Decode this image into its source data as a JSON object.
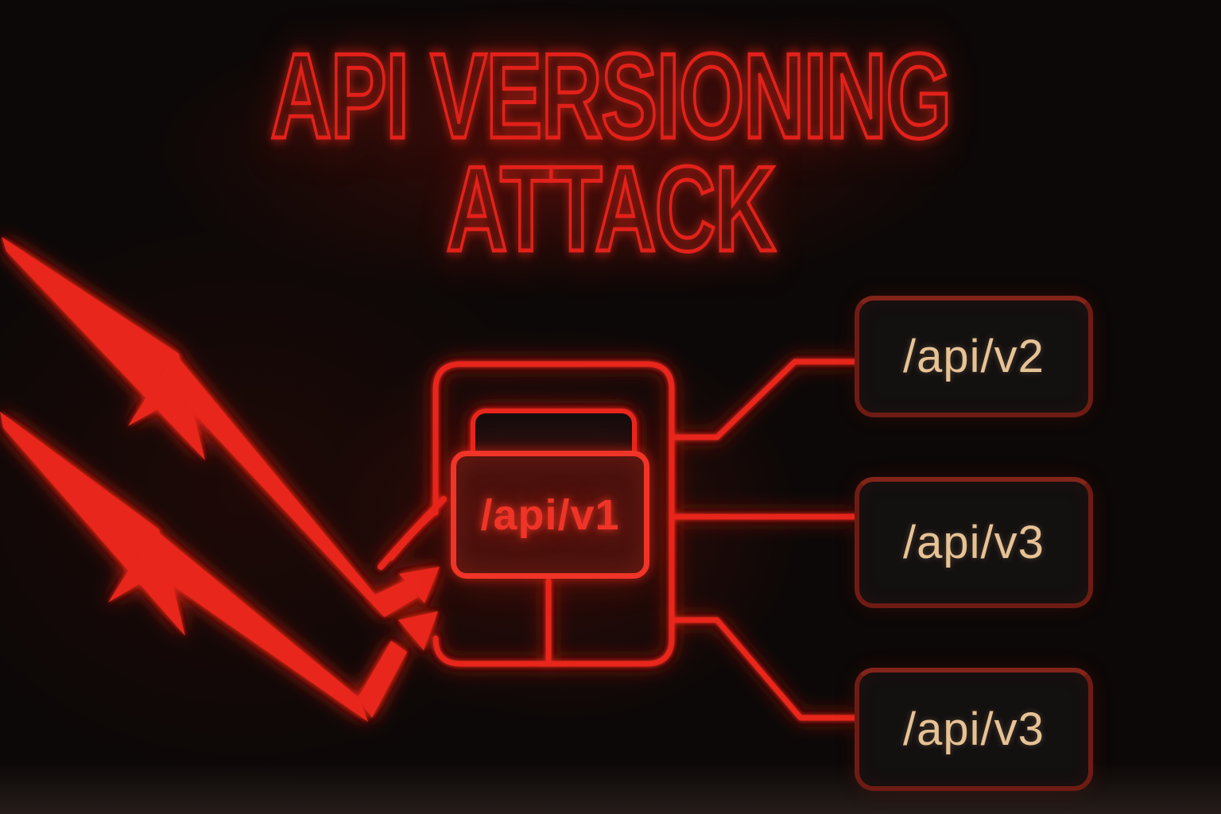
{
  "title": {
    "line1": "API VERSIONING",
    "line2": "ATTACK"
  },
  "diagram": {
    "source": {
      "label": "/api/v1"
    },
    "targets": [
      {
        "label": "/api/v2"
      },
      {
        "label": "/api/v3"
      },
      {
        "label": "/api/v3"
      }
    ]
  },
  "colors": {
    "background": "#0b0807",
    "neon_red": "#e8251a",
    "title_outline_red": "#e2211a",
    "source_border_red": "#f03427",
    "source_fill_red": "#4a120e",
    "source_text_red": "#ef3427",
    "target_label_tan": "#e6c295",
    "target_border_maroon": "#6e1c13",
    "target_fill": "#131010"
  },
  "icons": {
    "lightning_bolt": "zigzag bolt polygon (⚡ style)",
    "impact_arrowhead": "filled triangle ➤",
    "stacked_card": "rounded rectangle tab behind source node"
  }
}
